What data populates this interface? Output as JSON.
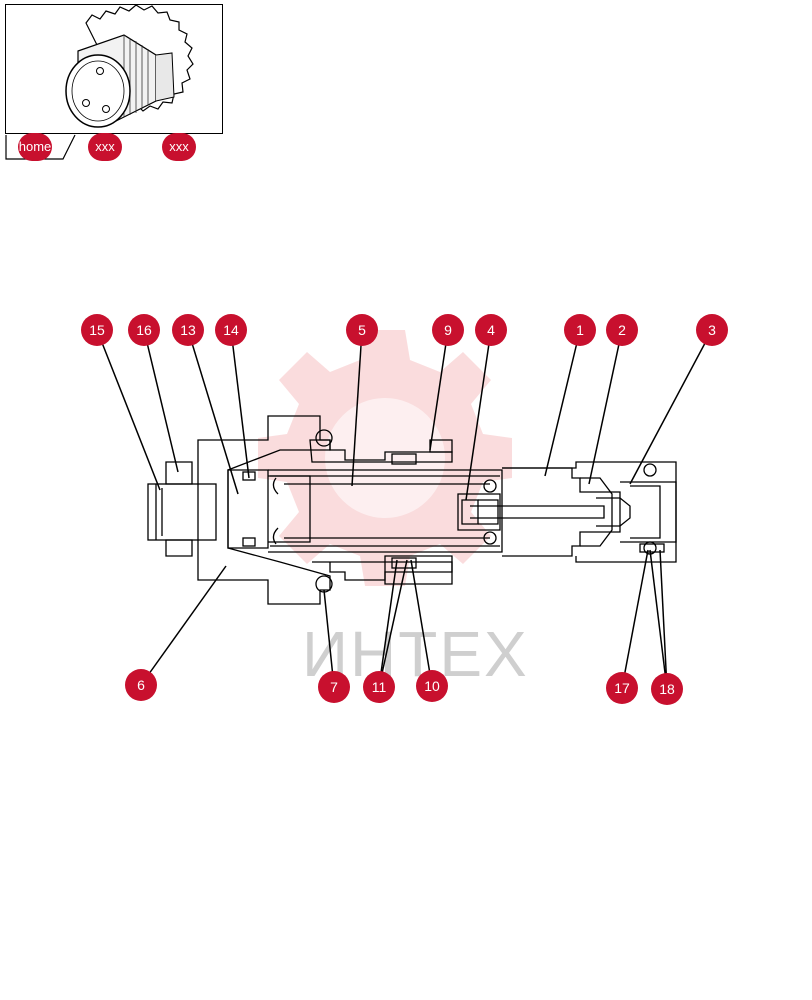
{
  "nav": {
    "home_label": "home",
    "crumbs": [
      {
        "label": "xxx"
      },
      {
        "label": "xxx"
      }
    ]
  },
  "watermark": {
    "text": "ИНТЕХ"
  },
  "colors": {
    "callout": "#c8102e",
    "callout_text": "#ffffff",
    "line": "#000000"
  },
  "callouts": [
    {
      "label": "15"
    },
    {
      "label": "16"
    },
    {
      "label": "13"
    },
    {
      "label": "14"
    },
    {
      "label": "5"
    },
    {
      "label": "9"
    },
    {
      "label": "4"
    },
    {
      "label": "1"
    },
    {
      "label": "2"
    },
    {
      "label": "3"
    },
    {
      "label": "6"
    },
    {
      "label": "7"
    },
    {
      "label": "11"
    },
    {
      "label": "10"
    },
    {
      "label": "17"
    },
    {
      "label": "18"
    }
  ]
}
